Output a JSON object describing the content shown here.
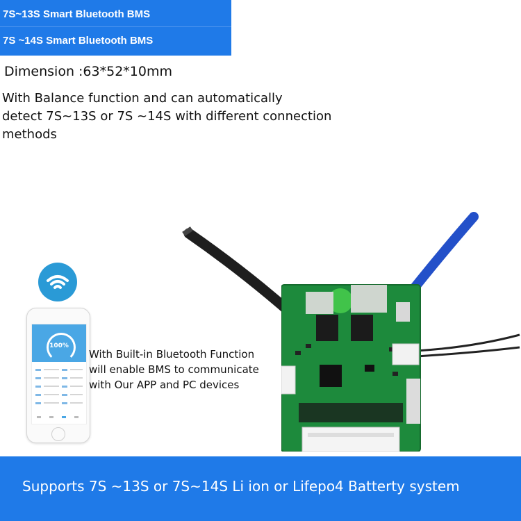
{
  "header": {
    "line1": "7S~13S Smart Bluetooth BMS",
    "line2": "7S ~14S Smart Bluetooth BMS",
    "color": "#1f7ae8"
  },
  "dimension_text": "Dimension :63*52*10mm",
  "description_lines": [
    "With Balance function and can automatically",
    "detect 7S~13S or 7S ~14S with different connection",
    "methods"
  ],
  "bluetooth_text": [
    "With Built-in Bluetooth  Function",
    "will enable BMS to communicate",
    "with Our APP and PC devices"
  ],
  "phone_screen": {
    "percent": "100%"
  },
  "footer": {
    "text": "Supports 7S ~13S or 7S~14S Li ion or Lifepo4 Batterty system"
  },
  "icons": [
    "wifi-icon",
    "smartphone-app-icon",
    "bms-board-image"
  ],
  "colors": {
    "accent": "#1f7ae8",
    "pcb": "#1d8a3c",
    "wifi": "#2a9ad6"
  }
}
